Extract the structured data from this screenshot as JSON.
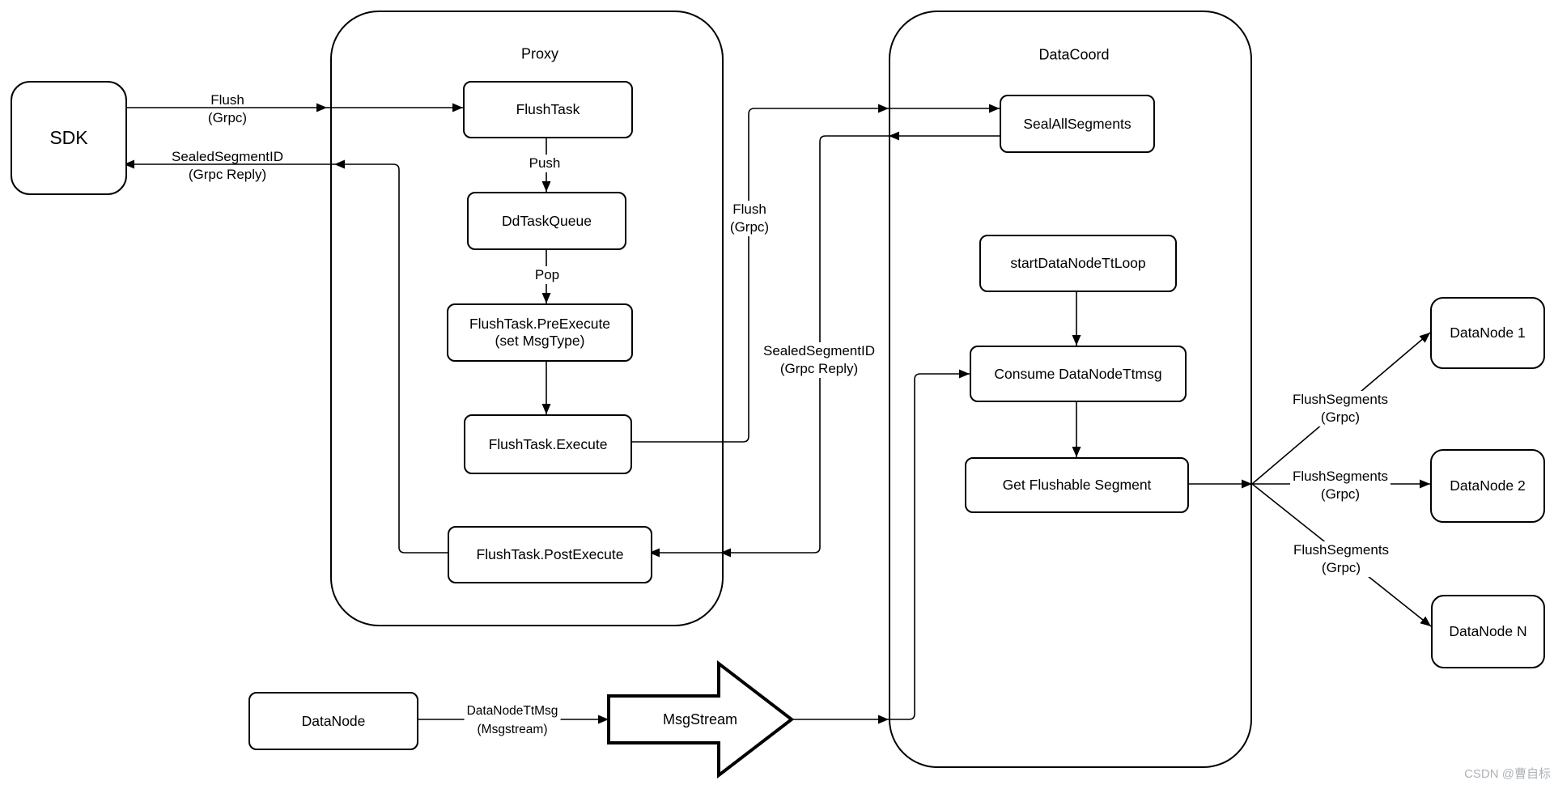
{
  "diagram": {
    "containers": {
      "proxy": {
        "title": "Proxy"
      },
      "datacoord": {
        "title": "DataCoord"
      }
    },
    "nodes": {
      "sdk": "SDK",
      "flush_task": "FlushTask",
      "dd_task_queue": "DdTaskQueue",
      "pre_execute": "FlushTask.PreExecute\n(set MsgType)",
      "execute": "FlushTask.Execute",
      "post_execute": "FlushTask.PostExecute",
      "seal_all_segments": "SealAllSegments",
      "start_datanode_tt_loop": "startDataNodeTtLoop",
      "consume_datanode_ttmsg": "Consume DataNodeTtmsg",
      "get_flushable_segment": "Get Flushable Segment",
      "datanode_1": "DataNode 1",
      "datanode_2": "DataNode 2",
      "datanode_n": "DataNode N",
      "datanode_source": "DataNode",
      "msgstream": "MsgStream"
    },
    "edge_labels": {
      "flush_grpc_sdk": "Flush\n(Grpc)",
      "sealed_segment_id_sdk": "SealedSegmentID\n(Grpc Reply)",
      "push": "Push",
      "pop": "Pop",
      "flush_grpc_proxy": "Flush\n(Grpc)",
      "sealed_segment_id_proxy": "SealedSegmentID\n(Grpc Reply)",
      "flush_segments_1": "FlushSegments\n(Grpc)",
      "flush_segments_2": "FlushSegments\n(Grpc)",
      "flush_segments_n": "FlushSegments\n(Grpc)",
      "datanode_tt_msg": "DataNodeTtMsg\n(Msgstream)"
    },
    "watermark": "CSDN @曹自标",
    "colors": {
      "stroke": "#000000",
      "background": "#ffffff",
      "watermark": "#aeb2b7"
    }
  }
}
